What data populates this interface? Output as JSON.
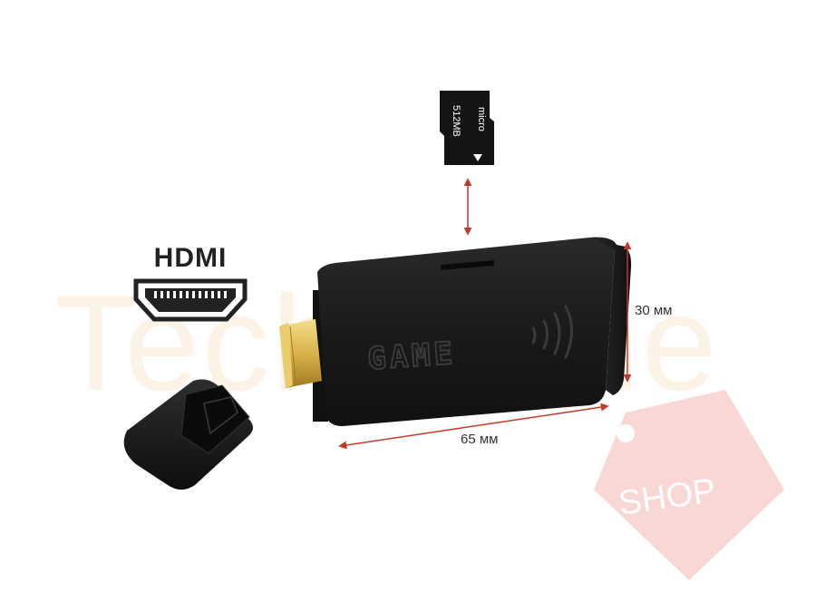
{
  "hdmi": {
    "wordmark": "HDMI"
  },
  "sd_card": {
    "brand": "micro",
    "capacity": "512MB"
  },
  "device": {
    "label": "GAME"
  },
  "dimensions": {
    "height": "30 мм",
    "width": "65 мм"
  },
  "watermark": {
    "brand": "TechHome",
    "tag": "SHOP"
  },
  "colors": {
    "accent": "#c0392b",
    "device": "#1c1c1c",
    "gold": "#d8b24a"
  }
}
